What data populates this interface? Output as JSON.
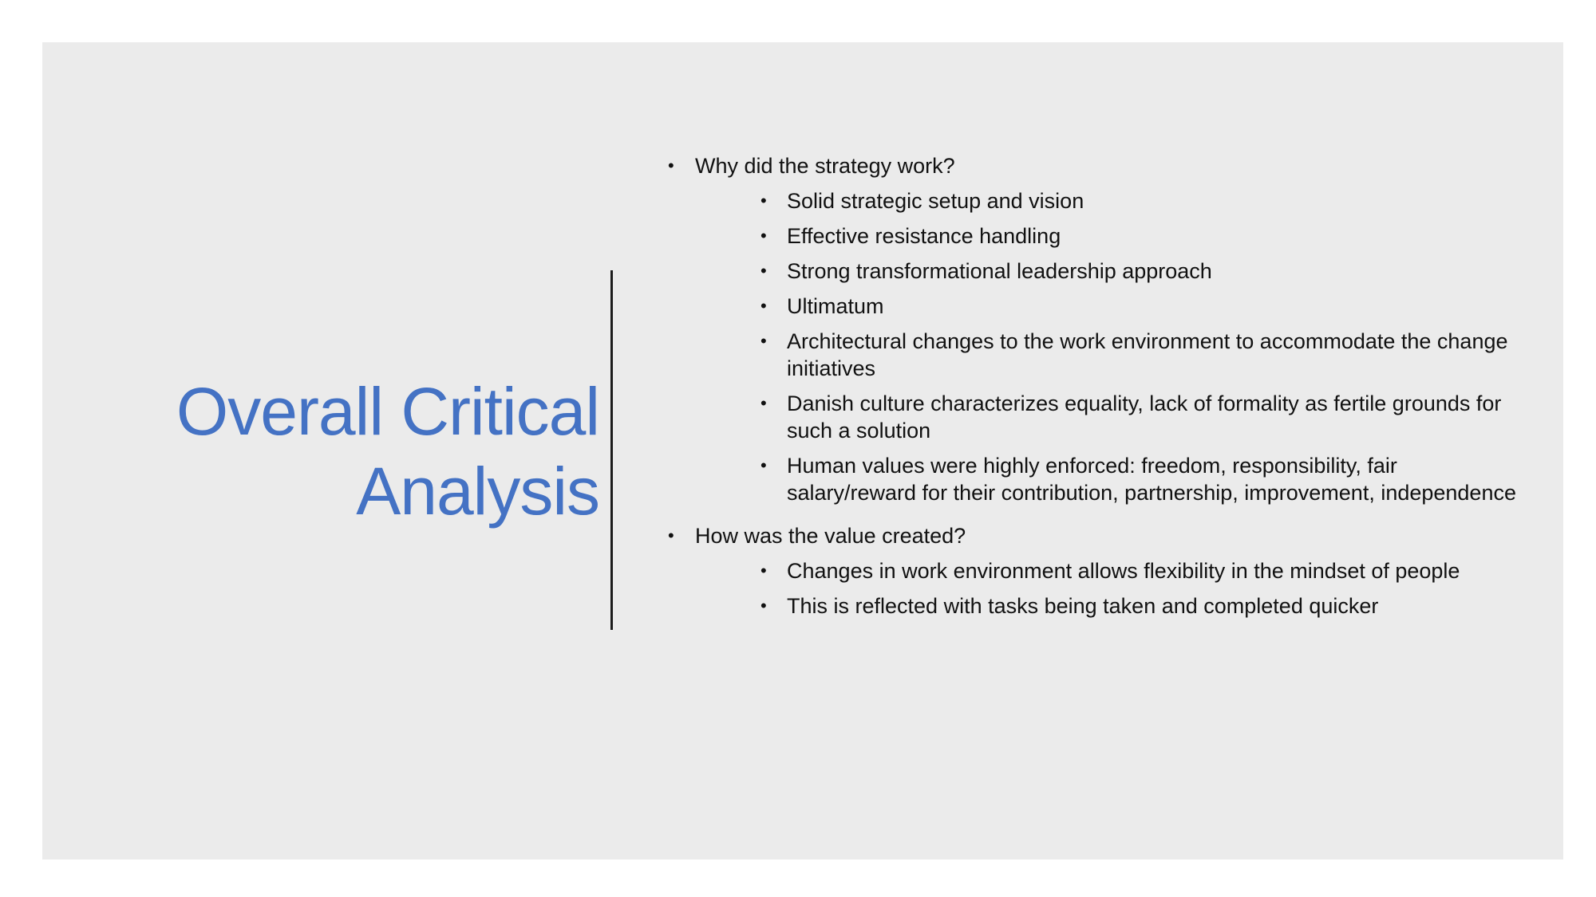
{
  "slide": {
    "title_lines": [
      "Overall Critical",
      "Analysis"
    ],
    "colors": {
      "title": "#4472c4",
      "background": "#ebebeb",
      "text": "#111111",
      "divider": "#1c1c1c"
    },
    "bullet_glyph": "•",
    "sections": [
      {
        "heading": "Why did the strategy work?",
        "items": [
          "Solid strategic setup and vision",
          "Effective resistance handling",
          "Strong transformational leadership approach",
          "Ultimatum",
          "Architectural changes to the work environment to accommodate the change initiatives",
          "Danish culture characterizes equality, lack of formality as fertile grounds for such a solution",
          "Human values were highly enforced: freedom, responsibility, fair salary/reward for their contribution, partnership, improvement, independence"
        ]
      },
      {
        "heading": "How was the value created?",
        "items": [
          "Changes in work environment allows flexibility in the mindset of people",
          "This is reflected with tasks being taken and completed quicker"
        ]
      }
    ]
  }
}
